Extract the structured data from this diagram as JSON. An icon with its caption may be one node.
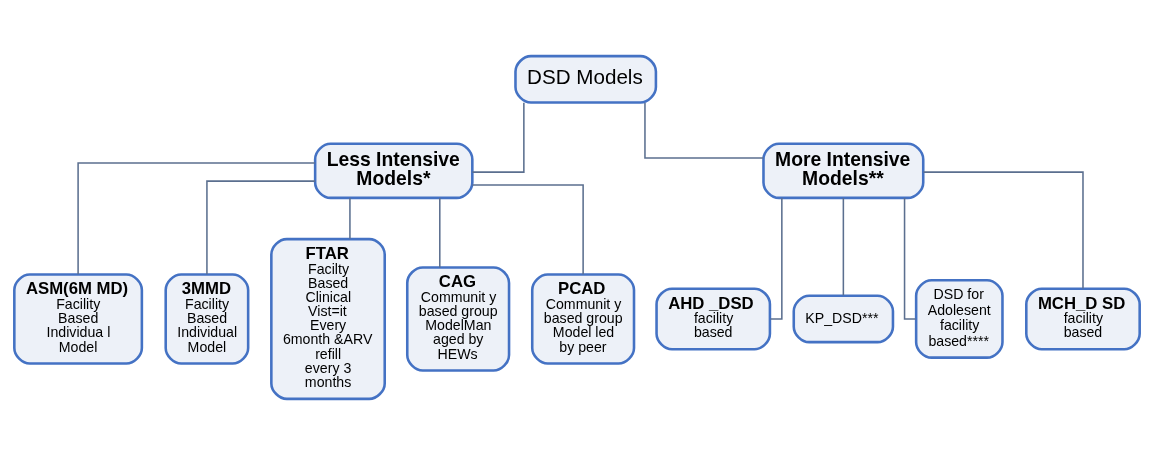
{
  "diagram": {
    "nodes": [
      {
        "text": [
          "DSD Models"
        ]
      },
      {
        "text": [
          "Less Intensive Models*"
        ]
      },
      {
        "text": [
          "More Intensive Models**"
        ]
      },
      {
        "text": [
          "ASM(6M MD)",
          "Facility Based Individua l Model"
        ]
      },
      {
        "text": [
          "3MMD",
          "Facility Based Individual Model"
        ]
      },
      {
        "text": [
          "FTAR",
          "Facilty Based Clinical Vist=it Every 6month &ARV refill every 3 months"
        ]
      },
      {
        "text": [
          "CAG",
          "Communit y based group ModelMan aged by HEWs"
        ]
      },
      {
        "text": [
          "PCAD",
          "Communit y based group Model led by peer"
        ]
      },
      {
        "text": [
          "AHD _DSD",
          "facility based"
        ]
      },
      {
        "text": [
          "KP_DSD***"
        ]
      },
      {
        "text": [
          "DSD for Adolesent facility based****"
        ]
      },
      {
        "text": [
          "MCH_D SD",
          "facility based"
        ]
      }
    ],
    "edges": [
      {
        "from": 0,
        "to": 1,
        "arrow": "none"
      },
      {
        "from": 0,
        "to": 2,
        "arrow": "none"
      },
      {
        "from": 1,
        "to": 3,
        "arrow": "none"
      },
      {
        "from": 1,
        "to": 4,
        "arrow": "none"
      },
      {
        "from": 1,
        "to": 5,
        "arrow": "none"
      },
      {
        "from": 1,
        "to": 6,
        "arrow": "none"
      },
      {
        "from": 1,
        "to": 7,
        "arrow": "none"
      },
      {
        "from": 2,
        "to": 8,
        "arrow": "none"
      },
      {
        "from": 2,
        "to": 9,
        "arrow": "none"
      },
      {
        "from": 2,
        "to": 10,
        "arrow": "none"
      },
      {
        "from": 2,
        "to": 11,
        "arrow": "none"
      }
    ]
  }
}
